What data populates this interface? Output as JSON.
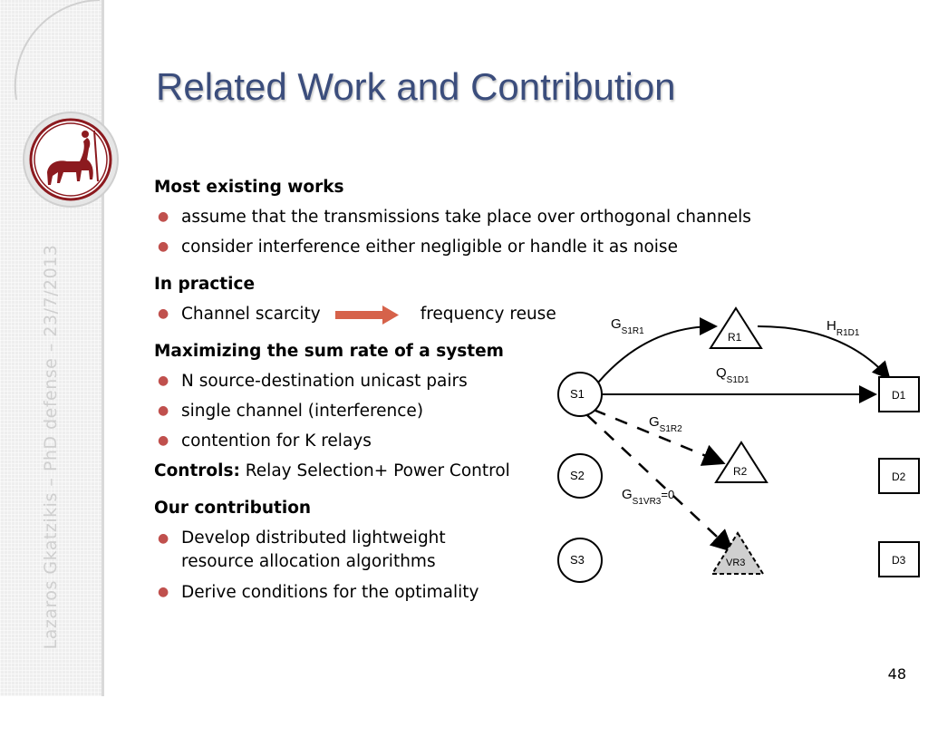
{
  "slide": {
    "title": "Related Work and Contribution",
    "vertical_caption": "Lazaros Gkatzikis – PhD defense – 23/7/2013",
    "page_number": "48"
  },
  "sections": {
    "existing": {
      "heading": "Most existing works",
      "bullets": [
        "assume that the transmissions take place over orthogonal channels",
        "consider interference either negligible or handle it as noise"
      ]
    },
    "practice": {
      "heading": "In practice",
      "left": "Channel scarcity",
      "right": "frequency reuse"
    },
    "maximizing": {
      "heading": "Maximizing the sum rate of a system",
      "bullets": [
        "N source-destination unicast pairs",
        "single channel (interference)",
        "contention for K relays"
      ],
      "controls_label": "Controls:",
      "controls_value": " Relay Selection+ Power Control"
    },
    "contribution": {
      "heading": "Our contribution",
      "bullets": [
        "Develop distributed lightweight",
        "resource allocation  algorithms",
        "Derive conditions for the optimality"
      ]
    }
  },
  "diagram": {
    "sources": [
      "S1",
      "S2",
      "S3"
    ],
    "relays": [
      "R1",
      "R2",
      "VR3"
    ],
    "destinations": [
      "D1",
      "D2",
      "D3"
    ],
    "labels": {
      "g_s1r1": "G",
      "g_s1r1_sub": "S1R1",
      "h_r1d1": "H",
      "h_r1d1_sub": "R1D1",
      "q_s1d1": "Q",
      "q_s1d1_sub": "S1D1",
      "g_s1r2": "G",
      "g_s1r2_sub": "S1R2",
      "g_s1vr3": "G",
      "g_s1vr3_sub": "S1VR3",
      "g_s1vr3_val": "=0"
    }
  },
  "colors": {
    "title": "#3b4d7c",
    "bullet": "#c0504d",
    "arrow": "#d6624a",
    "logo_red": "#8c1a1f"
  }
}
